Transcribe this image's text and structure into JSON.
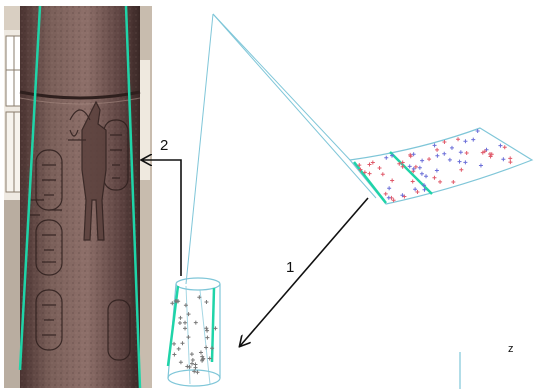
{
  "labels": {
    "arrow_1": "1",
    "arrow_2": "2",
    "axis_mark": "z"
  },
  "colors": {
    "projection_lines": "#7fc6d8",
    "seam_lines": "#1fd4a8",
    "arrow": "#111111",
    "patch_outline": "#7fc6d8",
    "red_points": "#e05a6a",
    "blue_points": "#6b6fd8",
    "grey_points": "#777777",
    "column_stone": "#6e5450",
    "column_highlight": "#9a7a72",
    "column_shadow": "#3e2a28"
  },
  "icons": {
    "column_photo": "carved-column-photo",
    "cylinder_model": "cylinder-mesh-model",
    "flat_patch": "flattened-texture-patch"
  }
}
